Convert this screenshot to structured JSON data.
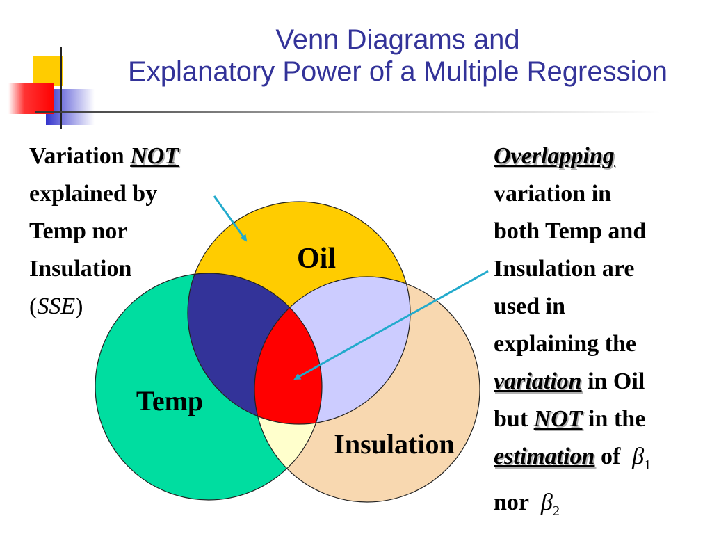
{
  "title": {
    "line1": "Venn Diagrams and",
    "line2": "Explanatory Power of a Multiple Regression"
  },
  "circles": {
    "oil": "Oil",
    "temp": "Temp",
    "insulation": "Insulation"
  },
  "left_note": {
    "w_variation": "Variation",
    "w_not": "NOT",
    "line2": "explained by",
    "line3": "Temp nor",
    "line4": "Insulation",
    "sse_open": "(",
    "sse": "SSE",
    "sse_close": ")"
  },
  "right_note": {
    "overlapping": "Overlapping",
    "line2": "variation in",
    "line3": "both Temp and",
    "line4": "Insulation are",
    "line5": "used in",
    "line6": "explaining the",
    "variation": "variation",
    "in_oil": " in Oil",
    "but": "but ",
    "not": "NOT",
    "in_the": " in the",
    "estimation": "estimation",
    "of": " of",
    "beta": "β",
    "beta1_sub": "1",
    "nor": "nor",
    "beta2_sub": "2"
  },
  "colors": {
    "title": "#333399",
    "oil": "#FFCC00",
    "temp": "#00DDA0",
    "insulation": "#F8D8B0",
    "oil_temp": "#333399",
    "oil_insulation": "#CCCCFF",
    "temp_insulation": "#FFFFCC",
    "all_three": "#FF0000",
    "arrow": "#22AACC"
  }
}
